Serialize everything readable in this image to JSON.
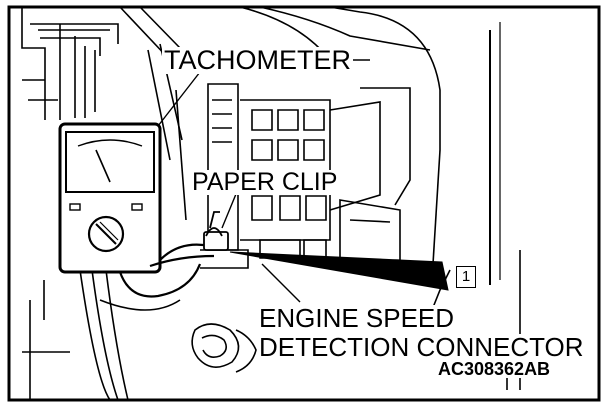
{
  "labels": {
    "tachometer": "TACHOMETER",
    "paper_clip": "PAPER CLIP",
    "engine_speed": "ENGINE SPEED",
    "detection_connector": "DETECTION CONNECTOR",
    "figure_code": "AC308362AB",
    "callout_number": "1"
  },
  "icons": {
    "tachometer": "tachometer-icon",
    "connector": "connector-icon"
  },
  "colors": {
    "line": "#000000",
    "background": "#ffffff"
  }
}
